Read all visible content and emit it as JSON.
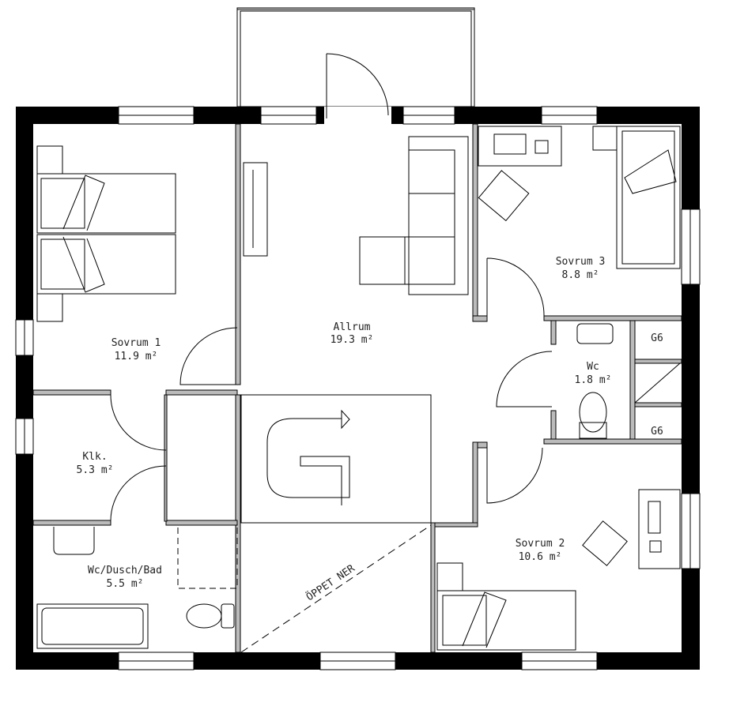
{
  "rooms": [
    {
      "name": "Allrum",
      "area": "19.3 m²"
    },
    {
      "name": "Sovrum 1",
      "area": "11.9 m²"
    },
    {
      "name": "Klk.",
      "area": "5.3 m²"
    },
    {
      "name": "Wc/Dusch/Bad",
      "area": "5.5 m²"
    },
    {
      "name": "Sovrum 3",
      "area": "8.8 m²"
    },
    {
      "name": "Wc",
      "area": "1.8 m²"
    },
    {
      "name": "Sovrum 2",
      "area": "10.6 m²"
    }
  ],
  "storage": [
    "G6",
    "G6"
  ],
  "stair_note": "ÖPPET NER",
  "colors": {
    "wall": "#000000",
    "line": "#000000",
    "background": "#ffffff"
  }
}
